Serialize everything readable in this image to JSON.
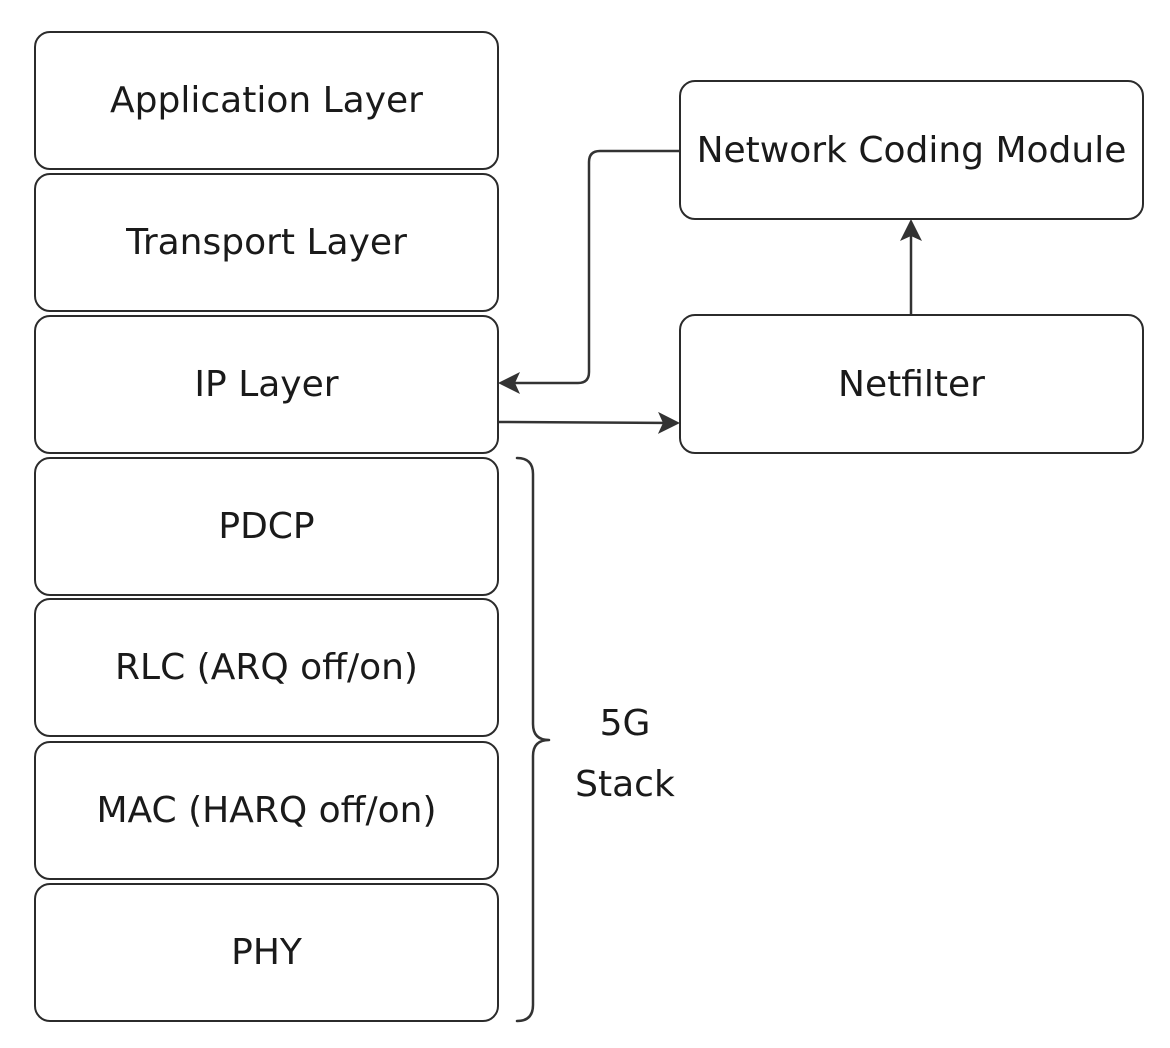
{
  "layers": [
    "Application Layer",
    "Transport Layer",
    "IP Layer",
    "PDCP",
    "RLC (ARQ off/on)",
    "MAC (HARQ off/on)",
    "PHY"
  ],
  "side_boxes": {
    "network_coding": "Network Coding Module",
    "netfilter": "Netfilter"
  },
  "brace_label": [
    "5G",
    "Stack"
  ],
  "colors": {
    "stroke": "#2b2b2b",
    "text": "#1a1a1a",
    "background": "#ffffff"
  }
}
